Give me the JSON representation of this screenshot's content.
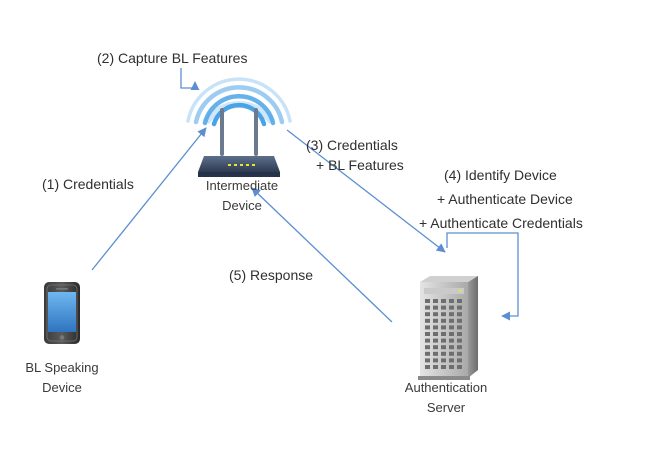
{
  "nodes": {
    "phone": {
      "label_line1": "BL Speaking",
      "label_line2": "Device",
      "icon": "smartphone-icon"
    },
    "router": {
      "label_line1": "Intermediate",
      "label_line2": "Device",
      "icon": "wifi-router-icon"
    },
    "server": {
      "label_line1": "Authentication",
      "label_line2": "Server",
      "icon": "server-tower-icon"
    }
  },
  "steps": {
    "step1": "(1) Credentials",
    "step2": "(2) Capture BL Features",
    "step3_line1": "(3) Credentials",
    "step3_line2": "+ BL Features",
    "step4_line1": "(4) Identify Device",
    "step4_line2": "+ Authenticate Device",
    "step4_line3": "+ Authenticate Credentials",
    "step5": "(5) Response"
  },
  "colors": {
    "arrow": "#5b8fd1",
    "wifi": "#4aa3e6",
    "router_body": "#3c4f6b",
    "led": "#e6e632",
    "server_body": "#b8b8b8"
  }
}
